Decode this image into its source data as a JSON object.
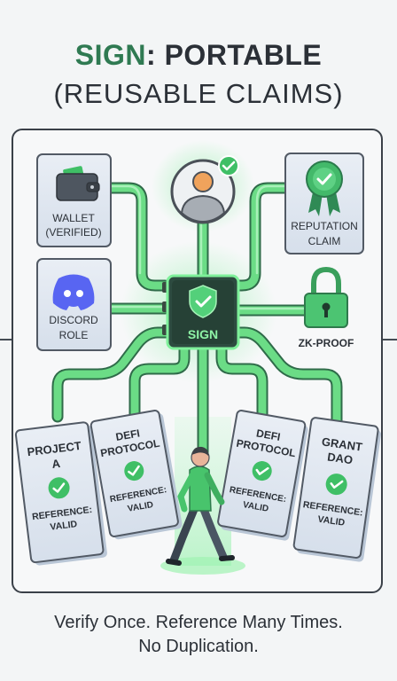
{
  "title": {
    "brand": "SIGN",
    "colon": ":",
    "rest": " PORTABLE"
  },
  "subtitle": "(REUSABLE CLAIMS)",
  "hub": {
    "label": "SIGN"
  },
  "sources": {
    "wallet": {
      "line1": "WALLET",
      "line2": "(VERIFIED)",
      "icon": "wallet-icon"
    },
    "discord": {
      "line1": "DISCORD",
      "line2": "ROLE",
      "icon": "discord-icon"
    },
    "reputation": {
      "line1": "REPUTATION",
      "line2": "CLAIM",
      "icon": "badge-icon"
    },
    "zk": {
      "label": "ZK-PROOF",
      "icon": "padlock-icon"
    },
    "user": {
      "icon": "user-avatar-icon"
    }
  },
  "targets": [
    {
      "line1": "PROJECT",
      "line2": "A",
      "ref1": "REFERENCE:",
      "ref2": "VALID"
    },
    {
      "line1": "DEFI",
      "line2": "PROTOCOL",
      "ref1": "REFERENCE:",
      "ref2": "VALID"
    },
    {
      "line1": "DEFI",
      "line2": "PROTOCOL",
      "ref1": "REFERENCE:",
      "ref2": "VALID"
    },
    {
      "line1": "GRANT",
      "line2": "DAO",
      "ref1": "REFERENCE:",
      "ref2": "VALID"
    }
  ],
  "footer": {
    "line1": "Verify Once. Reference Many Times.",
    "line2": "No Duplication."
  },
  "colors": {
    "green": "#5fd17a",
    "green_dark": "#2f7a52",
    "hub": "#2d4b40",
    "card": "#dfe6ef",
    "card_border": "#525a65",
    "text": "#2b3037"
  }
}
